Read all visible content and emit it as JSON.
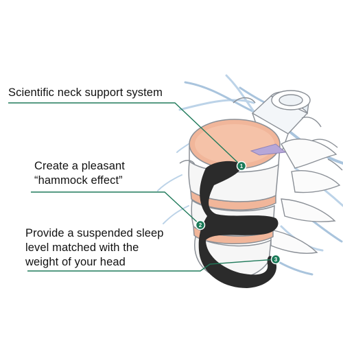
{
  "callouts": [
    {
      "number": "1",
      "lines": [
        "Scientific neck support system"
      ]
    },
    {
      "number": "2",
      "lines": [
        "Create a pleasant",
        "“hammock effect”"
      ]
    },
    {
      "number": "3",
      "lines": [
        "Provide a suspended sleep",
        "level matched with the",
        "weight of your head"
      ]
    }
  ],
  "colors": {
    "leader_line": "#1f7a5a",
    "badge_fill": "#1a7a58",
    "support_shape": "#2b2b2b",
    "disc": "#f1b69a",
    "bone_outline": "#8a8f96",
    "nerve": "#a9c4dd",
    "accent_purple": "#b6a7d8"
  },
  "icons": [
    "vertebra-illustration",
    "neck-support-shape"
  ]
}
